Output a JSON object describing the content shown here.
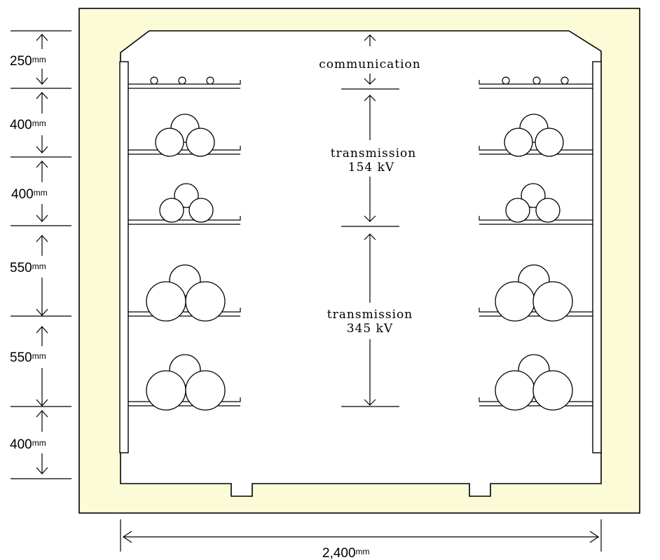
{
  "colors": {
    "concrete": "#fbfbd7",
    "interior": "#ffffff",
    "line": "#000000"
  },
  "dimensions": [
    {
      "value": "250",
      "unit": "mm"
    },
    {
      "value": "400",
      "unit": "mm"
    },
    {
      "value": "400",
      "unit": "mm"
    },
    {
      "value": "550",
      "unit": "mm"
    },
    {
      "value": "550",
      "unit": "mm"
    },
    {
      "value": "400",
      "unit": "mm"
    }
  ],
  "width_dimension": {
    "value": "2,400",
    "unit": "mm"
  },
  "labels": {
    "communication": "communication",
    "transmission_154_line1": "transmission",
    "transmission_154_line2": "154 kV",
    "transmission_345_line1": "transmission",
    "transmission_345_line2": "345 kV"
  }
}
